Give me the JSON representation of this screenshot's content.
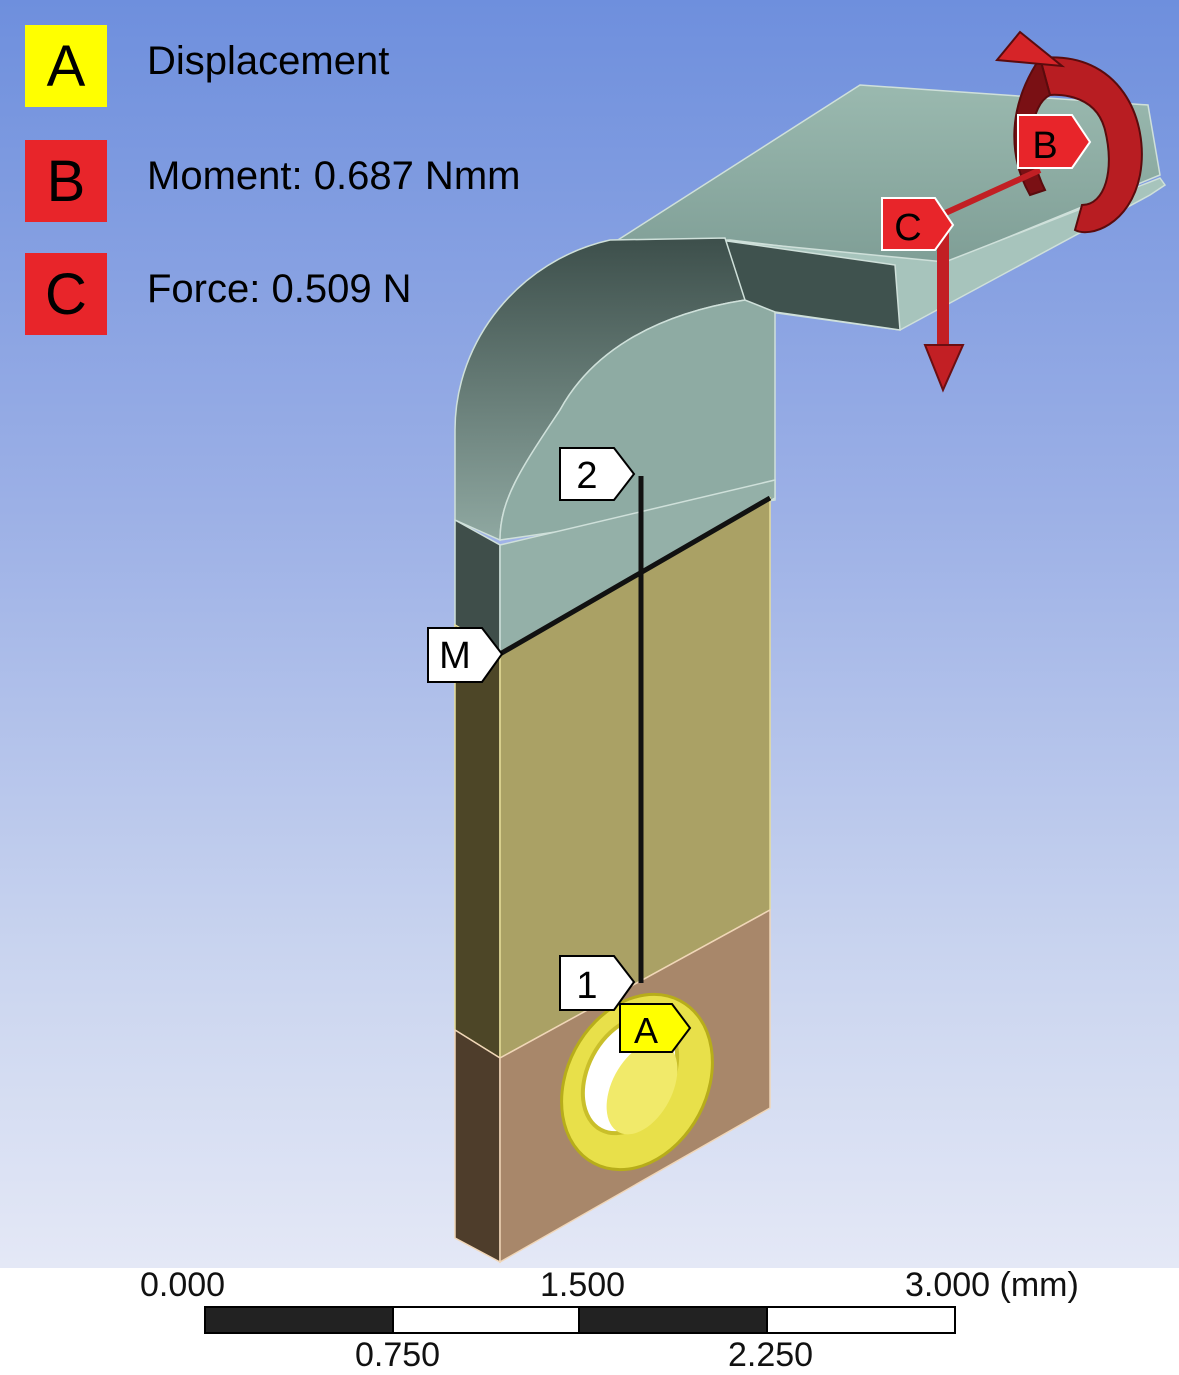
{
  "legend": [
    {
      "letter": "A",
      "text": "Displacement",
      "color": "#ffff00"
    },
    {
      "letter": "B",
      "text": "Moment: 0.687 Nmm",
      "color": "#e8252a"
    },
    {
      "letter": "C",
      "text": "Force: 0.509 N",
      "color": "#e8252a"
    }
  ],
  "tags": {
    "a": "A",
    "b": "B",
    "c": "C",
    "point_1": "1",
    "point_2": "2",
    "point_m": "M"
  },
  "scale": {
    "top_labels": [
      "0.000",
      "1.500",
      "3.000 (mm)"
    ],
    "bottom_labels": [
      "0.750",
      "2.250"
    ]
  },
  "colors": {
    "load_red": "#e8252a",
    "support_yellow": "#ffff00",
    "upper_region": "#8fa8a1",
    "middle_region": "#a8a064",
    "lower_region": "#a8876a"
  }
}
